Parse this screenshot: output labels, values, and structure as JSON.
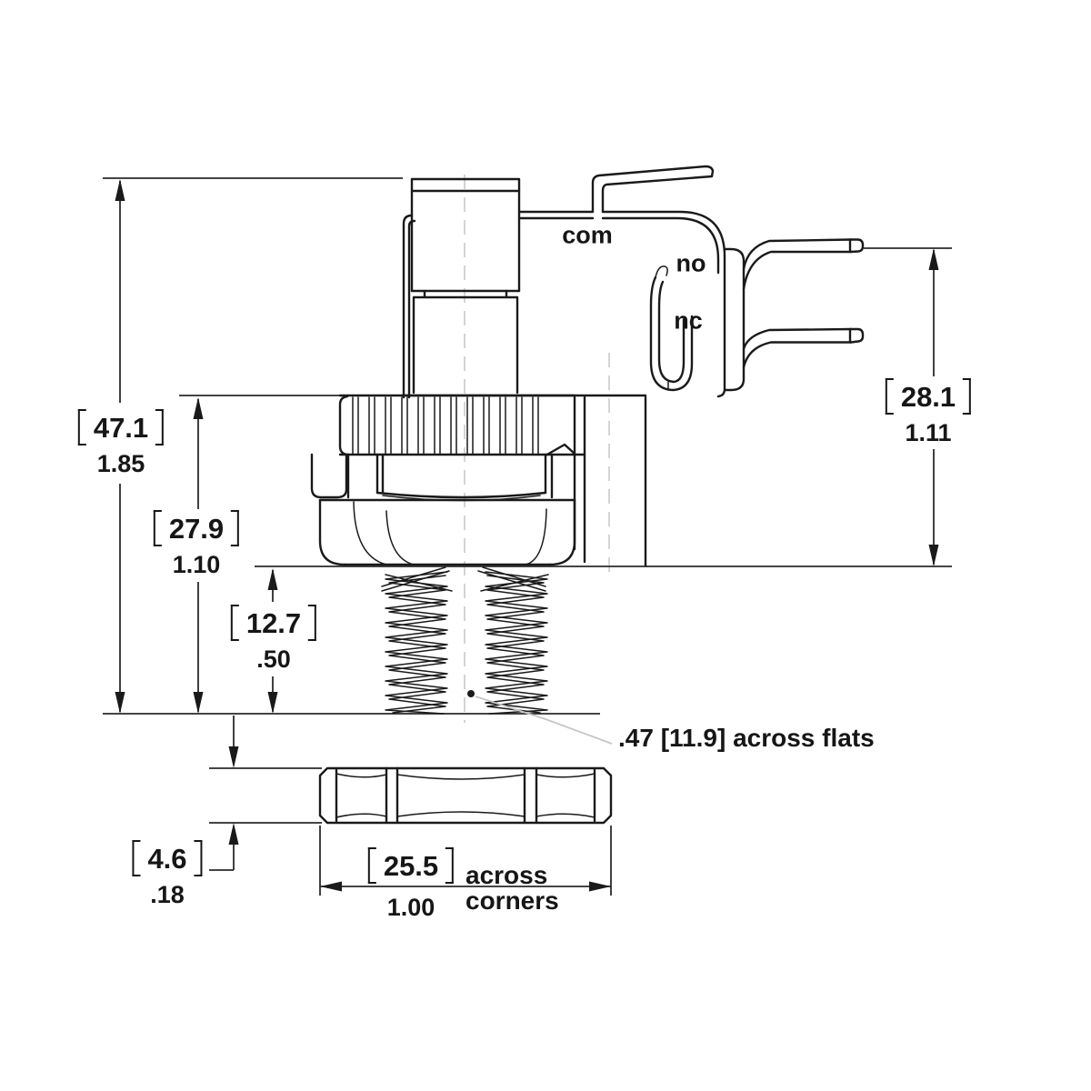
{
  "drawing": {
    "kind": "pressure-switch dimension drawing",
    "line_color": "#1a1a1a",
    "leader_color": "#c6c6c6",
    "terminals": {
      "com": "com",
      "no": "no",
      "nc": "nc"
    },
    "dimensions": {
      "overall_height": {
        "mm": "47.1",
        "inch": "1.85"
      },
      "body_height": {
        "mm": "27.9",
        "inch": "1.10"
      },
      "thread_length": {
        "mm": "12.7",
        "inch": ".50"
      },
      "switch_height": {
        "mm": "28.1",
        "inch": "1.11"
      },
      "nut_thickness": {
        "mm": "4.6",
        "inch": ".18"
      },
      "nut_across_corners": {
        "mm": "25.5",
        "inch": "1.00"
      }
    },
    "notes": {
      "across_flats": ".47 [11.9] across flats",
      "across_corners": "across\ncorners"
    }
  }
}
